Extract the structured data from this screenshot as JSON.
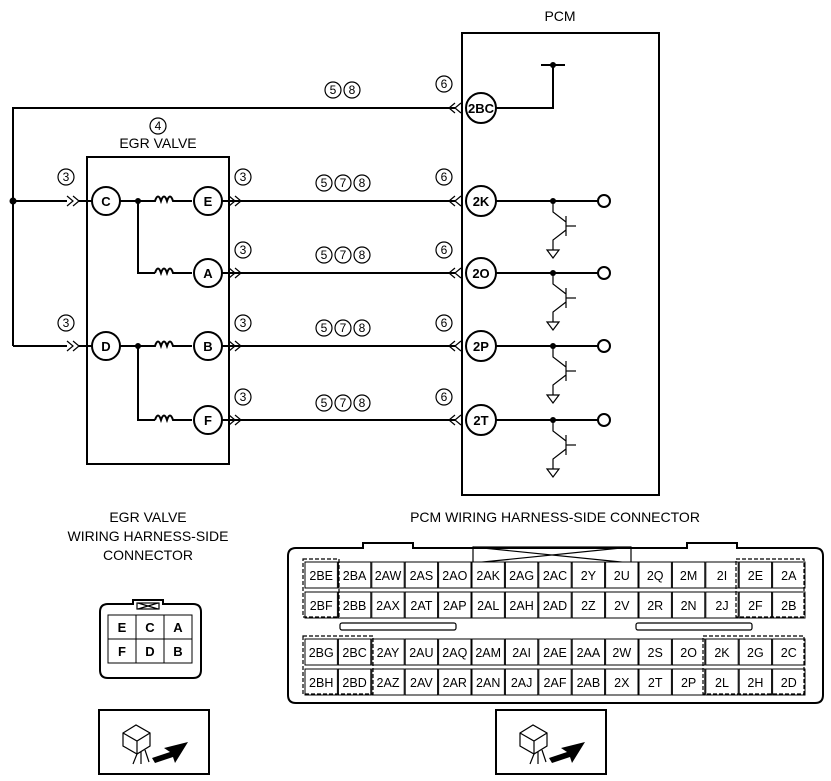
{
  "pcm": {
    "title": "PCM",
    "terminals": [
      "2BC",
      "2K",
      "2O",
      "2P",
      "2T"
    ],
    "connector_number": "6"
  },
  "egr_valve": {
    "title": "EGR VALVE",
    "ref_number": "4",
    "pins_left": [
      "C",
      "D"
    ],
    "pins_right": [
      "E",
      "A",
      "B",
      "F"
    ],
    "connector_number": "3"
  },
  "wire_refs": {
    "top": [
      "5",
      "8"
    ],
    "signal": [
      "5",
      "7",
      "8"
    ]
  },
  "egr_connector": {
    "title_lines": [
      "EGR VALVE",
      "WIRING HARNESS-SIDE",
      "CONNECTOR"
    ],
    "rows": [
      [
        "E",
        "C",
        "A"
      ],
      [
        "F",
        "D",
        "B"
      ]
    ]
  },
  "pcm_connector": {
    "title": "PCM WIRING HARNESS-SIDE CONNECTOR",
    "upper_rows": [
      [
        "2BE",
        "2BA",
        "2AW",
        "2AS",
        "2AO",
        "2AK",
        "2AG",
        "2AC",
        "2Y",
        "2U",
        "2Q",
        "2M",
        "2I",
        "2E",
        "2A"
      ],
      [
        "2BF",
        "2BB",
        "2AX",
        "2AT",
        "2AP",
        "2AL",
        "2AH",
        "2AD",
        "2Z",
        "2V",
        "2R",
        "2N",
        "2J",
        "2F",
        "2B"
      ]
    ],
    "lower_rows": [
      [
        "2BG",
        "2BC",
        "2AY",
        "2AU",
        "2AQ",
        "2AM",
        "2AI",
        "2AE",
        "2AA",
        "2W",
        "2S",
        "2O",
        "2K",
        "2G",
        "2C"
      ],
      [
        "2BH",
        "2BD",
        "2AZ",
        "2AV",
        "2AR",
        "2AN",
        "2AJ",
        "2AF",
        "2AB",
        "2X",
        "2T",
        "2P",
        "2L",
        "2H",
        "2D"
      ]
    ]
  }
}
